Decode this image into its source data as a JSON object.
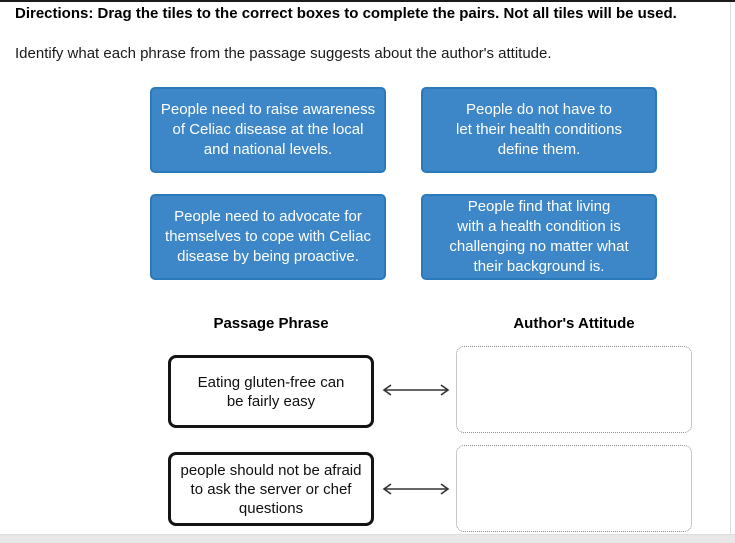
{
  "directions": "Directions: Drag the tiles to the correct boxes to complete the pairs. Not all tiles will be used.",
  "prompt": "Identify what each phrase from the passage suggests about the author's attitude.",
  "tiles": [
    {
      "lines": [
        "People need to raise awareness",
        "of Celiac disease at the local",
        "and national levels."
      ]
    },
    {
      "lines": [
        "People do not have to",
        "let their health conditions",
        "define them."
      ]
    },
    {
      "lines": [
        "People need to advocate for",
        "themselves to cope with Celiac",
        "disease by being proactive."
      ]
    },
    {
      "lines": [
        "People find that living",
        "with a health condition is",
        "challenging no matter what",
        "their background is."
      ]
    }
  ],
  "columns": {
    "left_header": "Passage Phrase",
    "right_header": "Author's Attitude"
  },
  "pairs": [
    {
      "phrase_lines": [
        "Eating gluten-free can",
        "be fairly easy"
      ],
      "answer": ""
    },
    {
      "phrase_lines": [
        "people should not be afraid",
        "to ask the server or chef",
        "questions"
      ],
      "answer": ""
    }
  ],
  "colors": {
    "tile_bg": "#3d87c9",
    "tile_border": "#2b79b8",
    "phrase_border": "#141414",
    "drop_border": "#8f8f8f"
  }
}
